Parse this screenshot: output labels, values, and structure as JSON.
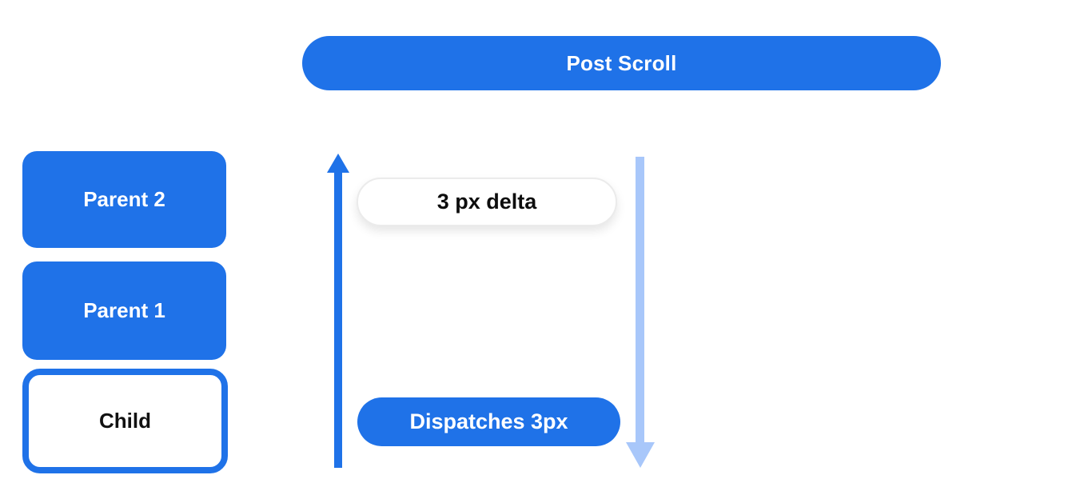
{
  "banner": {
    "label": "Post Scroll"
  },
  "nodes": [
    {
      "label": "Parent 2",
      "style": "filled"
    },
    {
      "label": "Parent 1",
      "style": "filled"
    },
    {
      "label": "Child",
      "style": "outlined"
    }
  ],
  "pills": {
    "delta": {
      "label": "3 px delta",
      "style": "white"
    },
    "dispatch": {
      "label": "Dispatches 3px",
      "style": "filled"
    }
  },
  "arrows": {
    "up": {
      "direction": "up",
      "color": "#1F72E8"
    },
    "down": {
      "direction": "down",
      "color": "#A8C7FA"
    }
  },
  "colors": {
    "primary_blue": "#1F72E8",
    "light_blue": "#A8C7FA",
    "background": "#FFFFFF",
    "text_dark": "#0D0D0D",
    "text_light": "#FFFFFF"
  }
}
